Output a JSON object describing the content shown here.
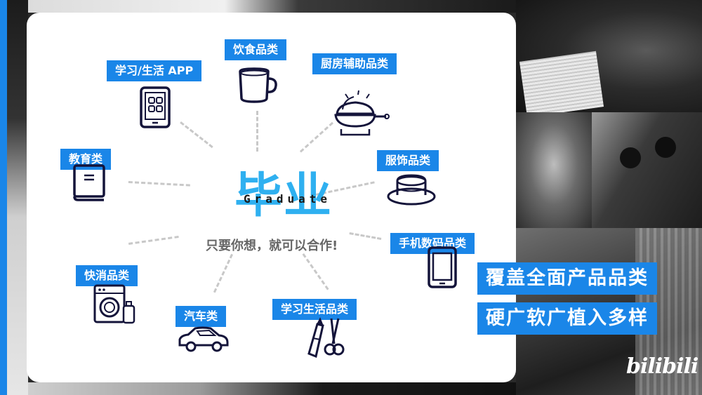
{
  "center": {
    "title": "毕业",
    "subtitle": "Graduate",
    "slogan": "只要你想，就可以合作!"
  },
  "categories": [
    {
      "label": "学习/生活 APP",
      "icon": "tablet-app-icon"
    },
    {
      "label": "饮食品类",
      "icon": "mug-icon"
    },
    {
      "label": "厨房辅助品类",
      "icon": "wok-icon"
    },
    {
      "label": "教育类",
      "icon": "book-icon"
    },
    {
      "label": "服饰品类",
      "icon": "hat-icon"
    },
    {
      "label": "手机数码品类",
      "icon": "phone-icon"
    },
    {
      "label": "快消品类",
      "icon": "washing-machine-icon"
    },
    {
      "label": "汽车类",
      "icon": "car-icon"
    },
    {
      "label": "学习生活品类",
      "icon": "cutter-scissors-icon"
    }
  ],
  "banners": [
    "覆盖全面产品品类",
    "硬广软广植入多样"
  ],
  "logo": "bilibili",
  "colors": {
    "accent": "#1a86e8",
    "title": "#2fb0f0",
    "line": "#c8c8c8"
  }
}
